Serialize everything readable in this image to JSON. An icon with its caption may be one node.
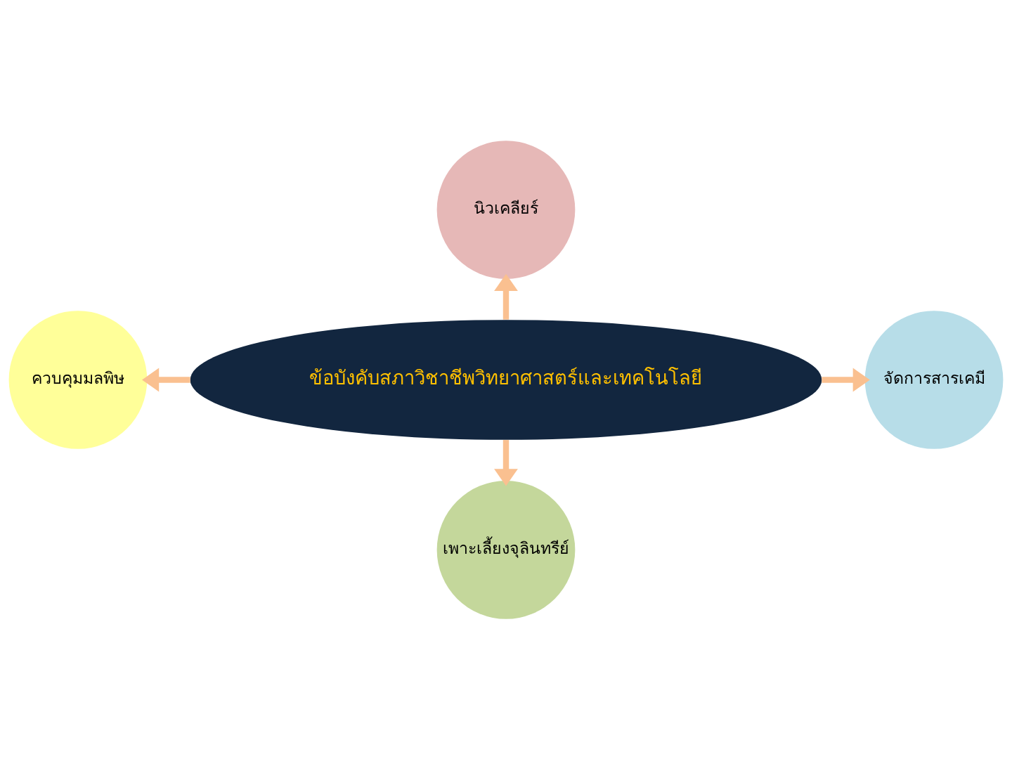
{
  "diagram": {
    "nodes": [
      {
        "text": [
          "นิวเคลียร์"
        ]
      },
      {
        "text": [
          "ควบคุมมลพิษ"
        ]
      },
      {
        "text": [
          "ข้อบังคับสภาวิชาชีพวิทยาศาสตร์และเทคโนโลยี"
        ]
      },
      {
        "text": [
          "จัดการสารเคมี"
        ]
      },
      {
        "text": [
          "เพาะเลี้ยงจุลินทรีย์"
        ]
      }
    ],
    "edges": [
      {
        "from": 2,
        "to": 0,
        "arrow": "to"
      },
      {
        "from": 2,
        "to": 3,
        "arrow": "to"
      },
      {
        "from": 2,
        "to": 4,
        "arrow": "to"
      },
      {
        "from": 2,
        "to": 1,
        "arrow": "to"
      }
    ]
  }
}
